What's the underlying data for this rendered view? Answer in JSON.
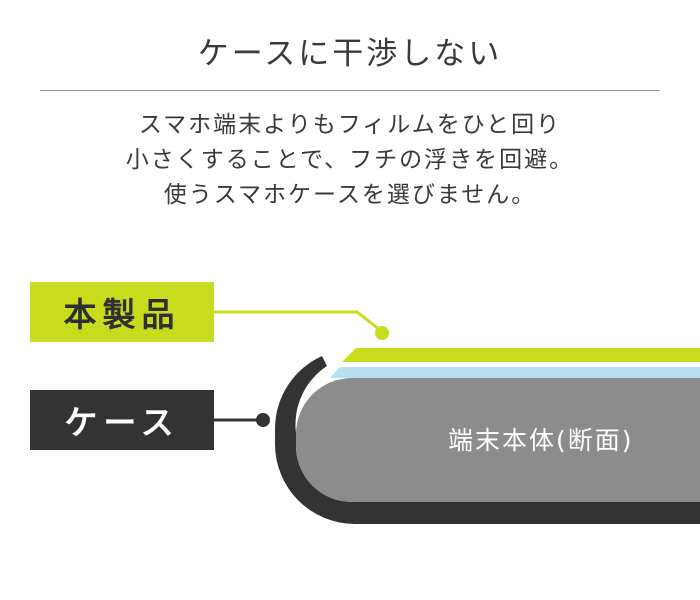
{
  "title": "ケースに干渉しない",
  "description": [
    "スマホ端末よりもフィルムをひと回り",
    "小さくすることで、フチの浮きを回避。",
    "使うスマホケースを選びません。"
  ],
  "labels": {
    "product": "本製品",
    "case": "ケース",
    "device": "端末本体(断面)"
  },
  "colors": {
    "film": "#c8dc1e",
    "case": "#333333",
    "device": "#8c8c8c",
    "glass": "#b6dff2"
  }
}
